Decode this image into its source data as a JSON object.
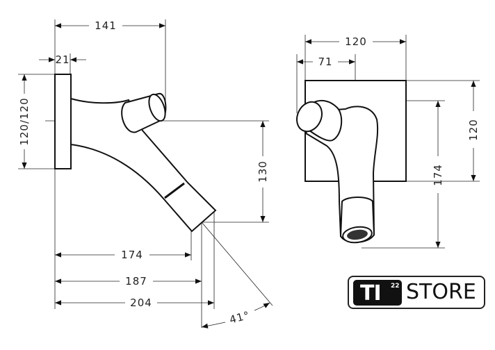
{
  "side_view": {
    "dim_depth_knob": "141",
    "dim_plate_thickness": "21",
    "dim_plate_size": "120/120",
    "dim_height_outlet": "130",
    "dim_projection_1": "174",
    "dim_projection_2": "187",
    "dim_projection_3": "204",
    "dim_angle": "41°"
  },
  "front_view": {
    "dim_plate_width": "120",
    "dim_knob_offset": "71",
    "dim_plate_height": "120",
    "dim_total_height": "174"
  },
  "logo": {
    "brand": "TI",
    "superscript": "22",
    "word": "STORE"
  }
}
